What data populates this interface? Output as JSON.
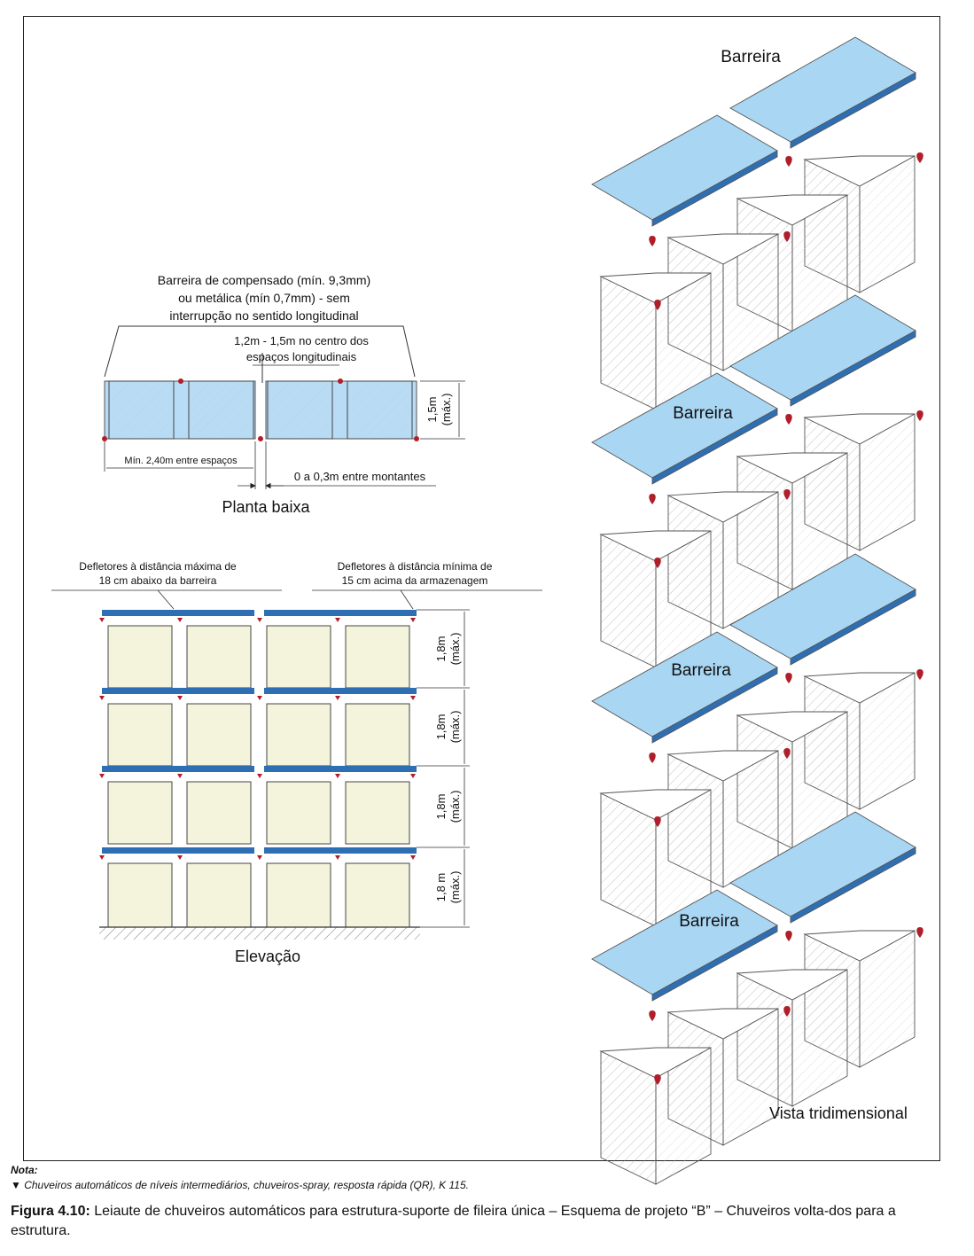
{
  "plan": {
    "barrier_note_1": "Barreira de compensado (mín. 9,3mm)",
    "barrier_note_2": "ou metálica (mín 0,7mm) - sem",
    "barrier_note_3": "interrupção no sentido longitudinal",
    "center_note_1": "1,2m - 1,5m no centro dos",
    "center_note_2": "espaços longitudinais",
    "height_label_1": "1,5m",
    "height_label_2": "(máx.)",
    "min_spacing": "Mín. 2,40m entre espaços",
    "upright_gap": "0 a 0,3m entre montantes",
    "title": "Planta baixa"
  },
  "elevation": {
    "deflector_max_1": "Defletores à distância máxima de",
    "deflector_max_2": "18 cm abaixo da barreira",
    "deflector_min_1": "Defletores à distância mínima de",
    "deflector_min_2": "15 cm acima da armazenagem",
    "tier_labels": [
      {
        "a": "1,8m",
        "b": "(máx.)"
      },
      {
        "a": "1,8m",
        "b": "(máx.)"
      },
      {
        "a": "1,8m",
        "b": "(máx.)"
      },
      {
        "a": "1,8 m",
        "b": "(máx.)"
      }
    ],
    "title": "Elevação"
  },
  "iso": {
    "barrier_labels": [
      "Barreira",
      "Barreira",
      "Barreira",
      "Barreira"
    ],
    "title": "Vista tridimensional"
  },
  "note": {
    "title": "Nota:",
    "line": "▼ Chuveiros automáticos de níveis intermediários, chuveiros-spray, resposta rápida (QR), K 115."
  },
  "caption": {
    "label": "Figura 4.10:",
    "text": " Leiaute de chuveiros automáticos para estrutura-suporte de fileira única – Esquema de projeto “B” – Chuveiros volta-dos para a estrutura."
  },
  "colors": {
    "barrier_fill": "#a9d6f2",
    "barrier_edge": "#2e6fb4",
    "plan_fill": "#b8dcf5",
    "storage_fill": "#f4f3dc",
    "sprinkler": "#b01e2a"
  }
}
